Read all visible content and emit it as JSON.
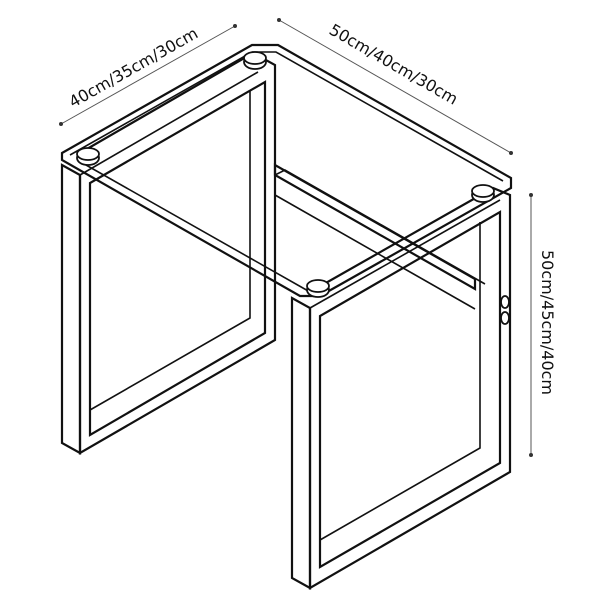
{
  "diagram": {
    "subject": "glass-top side table frame",
    "style": "isometric line drawing",
    "colors": {
      "line": "#111111",
      "dimension_line": "#555555",
      "background": "#ffffff"
    },
    "dimensions": {
      "depth": {
        "label": "40cm/35cm/30cm"
      },
      "width": {
        "label": "50cm/40cm/30cm"
      },
      "height": {
        "label": "50cm/45cm/40cm"
      }
    },
    "parts": [
      "glass top",
      "left U-frame leg",
      "right U-frame leg",
      "stretcher bar",
      "glass support pads",
      "bolts"
    ]
  }
}
